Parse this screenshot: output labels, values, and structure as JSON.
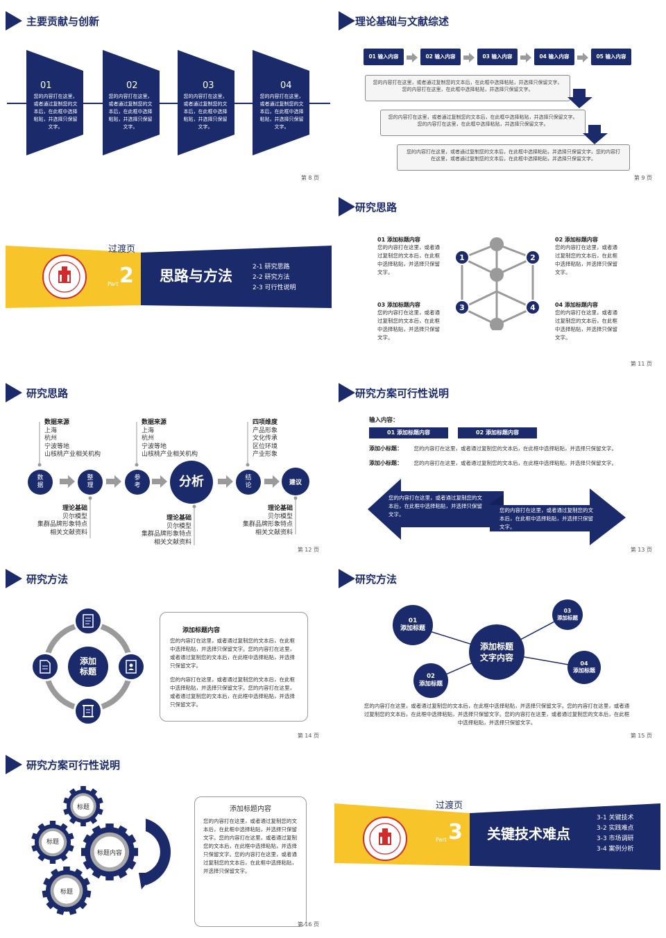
{
  "colors": {
    "navy": "#1b2a6b",
    "yellow": "#f7c42a",
    "gray": "#9a9a9a",
    "red": "#d22b2b"
  },
  "s8": {
    "title": "主要贡献与创新",
    "page": "第 8 页",
    "cards": [
      {
        "num": "01",
        "text": "您的内容打在这里，或者通过复制您的文本后，在此框中选择粘贴，并选择只保留文字。"
      },
      {
        "num": "02",
        "text": "您的内容打在这里，或者通过复制您的文本后，在此框中选择粘贴，并选择只保留文字。"
      },
      {
        "num": "03",
        "text": "您的内容打在这里，或者通过复制您的文本后，在此框中选择粘贴，并选择只保留文字。"
      },
      {
        "num": "04",
        "text": "您的内容打在这里，或者通过复制您的文本后，在此框中选择粘贴，并选择只保留文字。"
      }
    ]
  },
  "s9": {
    "title": "理论基础与文献综述",
    "page": "第 9 页",
    "steps": [
      "01 输入内容",
      "02 输入内容",
      "03 输入内容",
      "04 输入内容",
      "05 输入内容"
    ],
    "boxes": [
      "您的内容打在这里，或者通过复制您的文本后，在此框中选择粘贴，并选择只保留文字。您的内容打在这里，在此框中选择粘贴，并选择只保留文字。",
      "您的内容打在这里，或者通过复制您的文本后，在此框中选择粘贴，并选择只保留文字。您的内容打在这里，在此框中选择粘贴，并选择只保留文字。",
      "您的内容打在这里，或者通过复制您的文本后，在此框中选择粘贴，并选择只保留文字。您的内容打在这里，或者通过复制您的文本后，在此框中选择粘贴，并选择只保留文字。"
    ]
  },
  "s10": {
    "label": "过渡页",
    "part_word": "Part",
    "part_num": "2",
    "heading": "思路与方法",
    "items": [
      "2-1 研究思路",
      "2-2 研究方法",
      "2-3 可行性说明"
    ]
  },
  "s11": {
    "title": "研究思路",
    "page": "第 11 页",
    "nums": [
      "1",
      "2",
      "3",
      "4"
    ],
    "items": [
      {
        "h": "01 添加标题内容",
        "t": "您的内容打在这里，或者通过复制您的文本后，在此框中选择粘贴，并选择只保留文字。"
      },
      {
        "h": "02 添加标题内容",
        "t": "您的内容打在这里，或者通过复制您的文本后，在此框中选择粘贴，并选择只保留文字。"
      },
      {
        "h": "03 添加标题内容",
        "t": "您的内容打在这里，或者通过复制您的文本后，在此框中选择粘贴，并选择只保留文字。"
      },
      {
        "h": "04 添加标题内容",
        "t": "您的内容打在这里，或者通过复制您的文本后，在此框中选择粘贴，并选择只保留文字。"
      }
    ]
  },
  "s12": {
    "title": "研究思路",
    "page": "第 12 页",
    "nodes": [
      "数据",
      "整理",
      "参考",
      "分析",
      "结论",
      "建议"
    ],
    "top1": {
      "h": "数据来源",
      "lines": [
        "上海",
        "杭州",
        "宁波等地",
        "山核桃产业相关机构"
      ]
    },
    "top2": {
      "h": "数据来源",
      "lines": [
        "上海",
        "杭州",
        "宁波等地",
        "山核桃产业相关机构"
      ]
    },
    "top3": {
      "h": "四项维度",
      "lines": [
        "产品形象",
        "文化传承",
        "区位环境",
        "产业形象"
      ]
    },
    "bot1": {
      "h": "理论基础",
      "lines": [
        "贝尔模型",
        "集群品牌形象特点",
        "相关文献资料"
      ]
    },
    "bot2": {
      "h": "理论基础",
      "lines": [
        "贝尔模型",
        "集群品牌形象特点",
        "相关文献资料"
      ]
    },
    "bot3": {
      "h": "理论基础",
      "lines": [
        "贝尔模型",
        "集群品牌形象特点",
        "相关文献资料"
      ]
    }
  },
  "s13": {
    "title": "研究方案可行性说明",
    "page": "第 13 页",
    "input_label": "输入内容：",
    "tabs": [
      "01 添加标题内容",
      "02 添加标题内容"
    ],
    "rows": [
      {
        "k": "添加小标题：",
        "v": "您的内容打在这里，或者通过复制您的文本后，在此框中选择粘贴，并选择只保留文字。"
      },
      {
        "k": "添加小标题：",
        "v": "您的内容打在这里，或者通过复制您的文本后，在此框中选择粘贴，并选择只保留文字。"
      }
    ],
    "arrow_left": "您的内容打在这里，或者通过复制您的文本后，在此框中选择粘贴，并选择只保留文字。",
    "arrow_right": "您的内容打在这里，或者通过复制您的文本后，在此框中选择粘贴，并选择只保留文字。"
  },
  "s14": {
    "title": "研究方法",
    "page": "第 14 页",
    "center": [
      "添加",
      "标题"
    ],
    "box_h": "添加标题内容",
    "box_p1": "您的内容打在这里，或者通过复制您的文本后，在此框中选择粘贴，并选择只保留文字。您的内容打在这里，或者通过复制您的文本后，在此框中选择粘贴，并选择只保留文字。",
    "box_p2": "您的内容打在这里，或者通过复制您的文本后，在此框中选择粘贴，并选择只保留文字。您的内容打在这里，或者通过复制您的文本后，在此框中选择粘贴，并选择只保留文字。"
  },
  "s15": {
    "title": "研究方法",
    "page": "第 15 页",
    "center": [
      "添加标题",
      "文字内容"
    ],
    "n1": [
      "01",
      "添加标题"
    ],
    "n2": [
      "02",
      "添加标题"
    ],
    "n3": [
      "03",
      "添加标题"
    ],
    "n4": [
      "04",
      "添加标题"
    ],
    "text": "您的内容打在这里，或者通过复制您的文本后，在此框中选择粘贴，并选择只保留文字。您的内容打在这里，或者通过复制您的文本后，在此框中选择粘贴，并选择只保留文字。您的内容打在这里，或者通过复制您的文本后，在此框中选择粘贴，并选择只保留文字。"
  },
  "s16": {
    "title": "研究方案可行性说明",
    "page": "第 16 页",
    "gears": [
      "标题",
      "标题",
      "标题内容",
      "标题"
    ],
    "box_h": "添加标题内容",
    "box_t": "您的内容打在这里，或者通过复制您的文本后，在此框中选择粘贴，并选择只保留文字。您的内容打在这里，或者通过复制您的文本后，在此框中选择粘贴，并选择只保留文字。您的内容打在这里，或者通过复制您的文本后，在此框中选择粘贴，并选择只保留文字。"
  },
  "s17": {
    "label": "过渡页",
    "part_word": "Part",
    "part_num": "3",
    "heading": "关键技术难点",
    "items": [
      "3-1 关键技术",
      "3-2 实践难点",
      "3-3 市场调研",
      "3-4 案例分析"
    ]
  }
}
